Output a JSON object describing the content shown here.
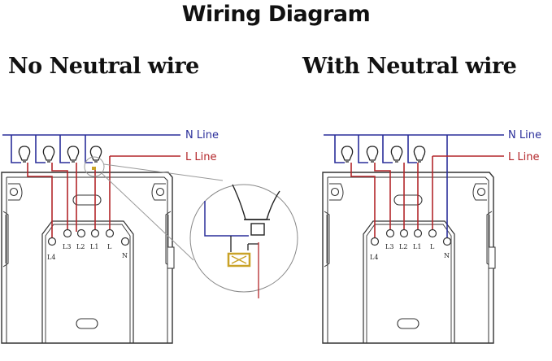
{
  "title": "Wiring Diagram",
  "left": {
    "heading": "No Neutral wire",
    "n_label": "N Line",
    "l_label": "L Line"
  },
  "right": {
    "heading": "With Neutral wire",
    "n_label": "N Line",
    "l_label": "L Line"
  },
  "terminals": [
    "L4",
    "L3",
    "L2",
    "L1",
    "L",
    "N"
  ],
  "colors": {
    "neutral": "#2a2e9a",
    "live": "#b3262a",
    "capacitor": "#c9a227",
    "outline": "#333333"
  }
}
